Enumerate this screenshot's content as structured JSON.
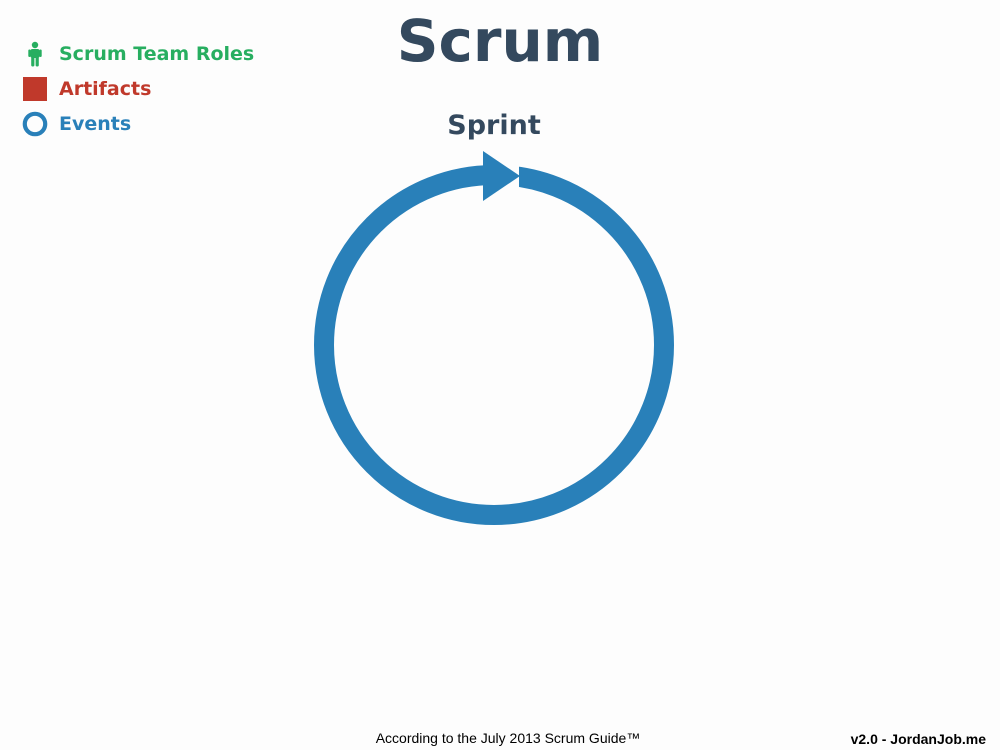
{
  "title": "Scrum",
  "legend": [
    {
      "label": "Scrum Team Roles",
      "icon": "person-icon",
      "color": "#27ae60"
    },
    {
      "label": "Artifacts",
      "icon": "square-icon",
      "color": "#c0392b"
    },
    {
      "label": "Events",
      "icon": "ring-icon",
      "color": "#2980b9"
    }
  ],
  "diagram": {
    "sprint_label": "Sprint",
    "cycle_color": "#2980b9",
    "title_color": "#34495e"
  },
  "footer": {
    "source": "According to the July 2013 Scrum Guide™",
    "version": "v2.0 - JordanJob.me"
  }
}
